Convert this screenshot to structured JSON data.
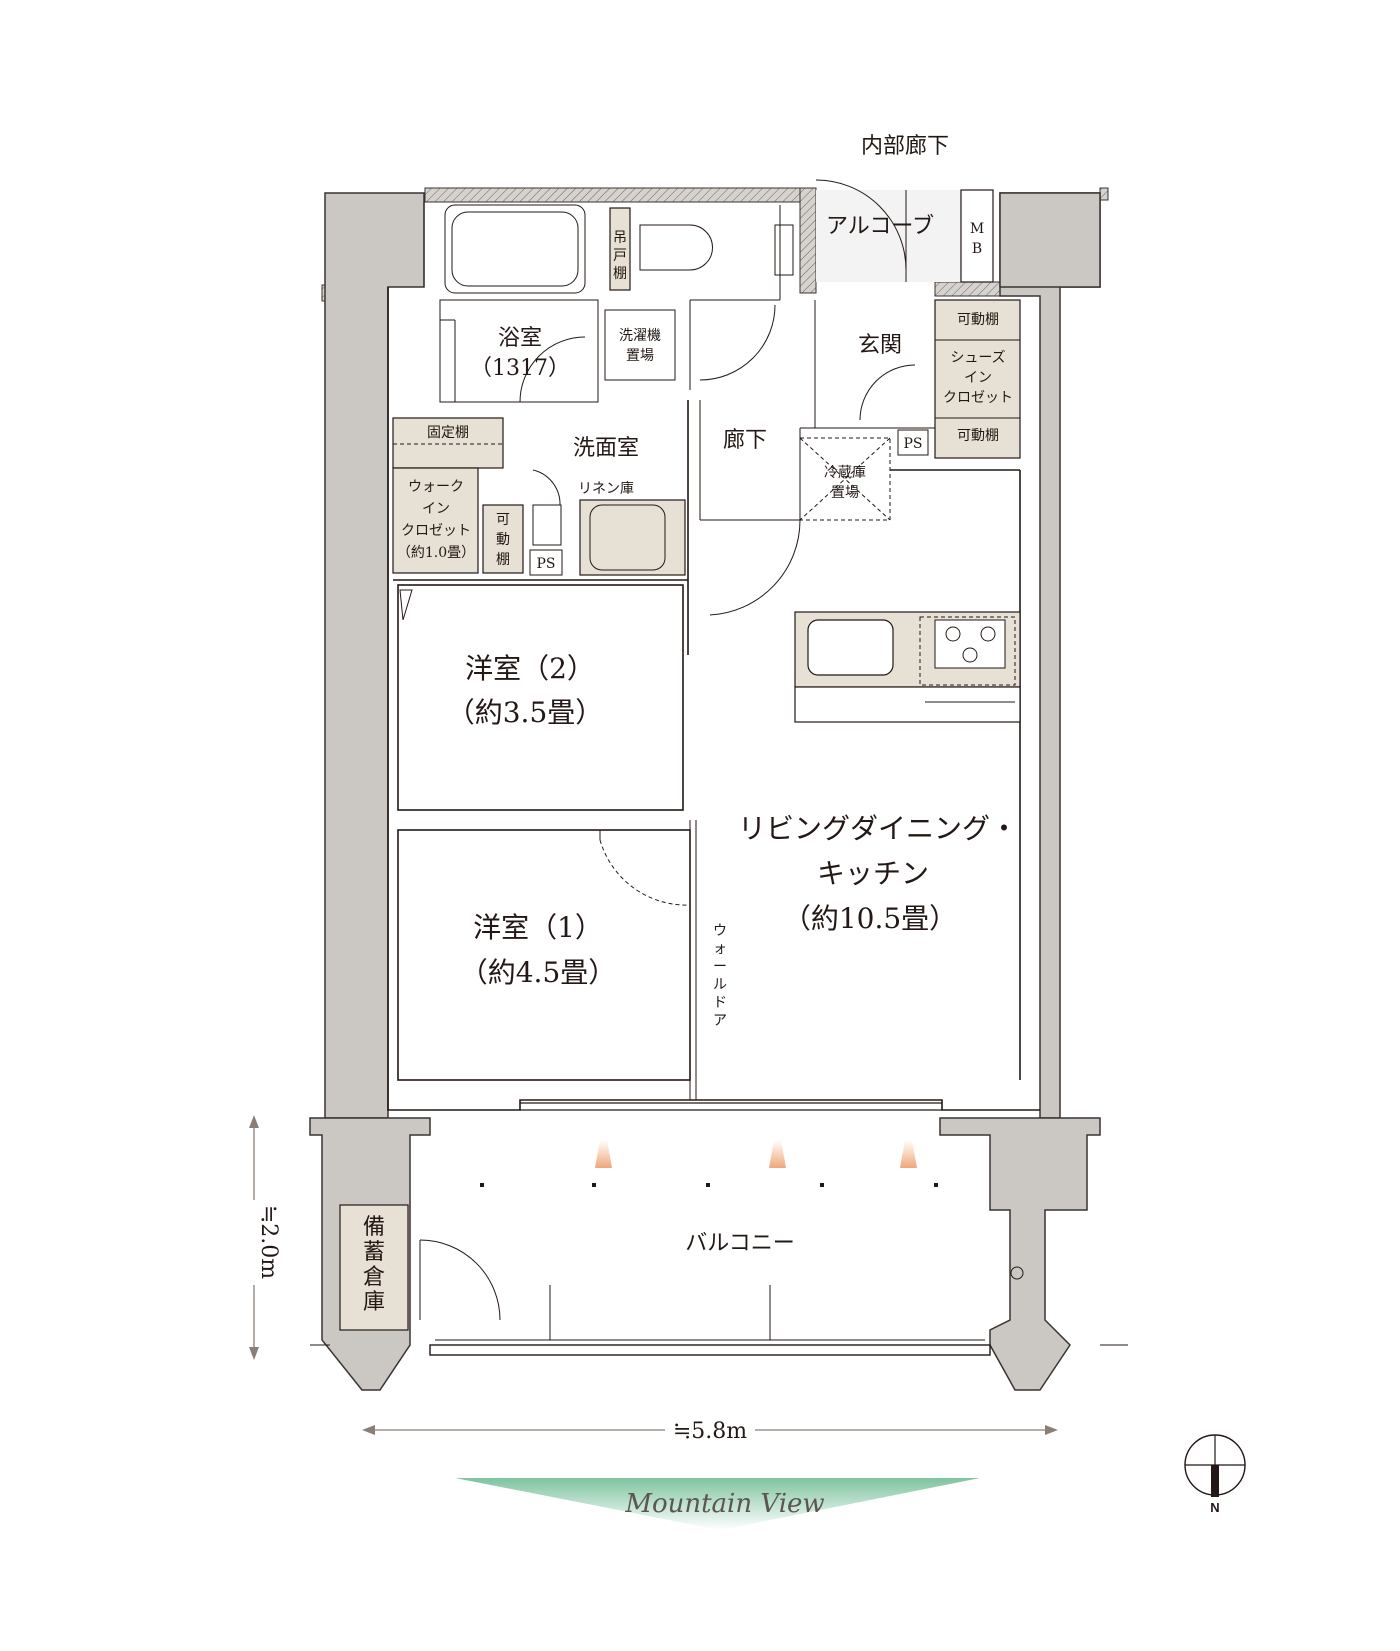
{
  "top_label": "内部廊下",
  "rooms": {
    "alcove": "アルコーブ",
    "mb": [
      "M",
      "B"
    ],
    "bath": [
      "浴室",
      "（1317）"
    ],
    "hanging_shelf": [
      "吊",
      "戸",
      "棚"
    ],
    "washer": [
      "洗濯機",
      "置場"
    ],
    "entrance": "玄関",
    "movable_shelf_top": "可動棚",
    "shoes_closet": [
      "シューズ",
      "イン",
      "クロゼット"
    ],
    "movable_shelf_bottom": "可動棚",
    "fixed_shelf": "固定棚",
    "washroom": "洗面室",
    "hallway": "廊下",
    "ps_1": "PS",
    "ps_2": "PS",
    "fridge": [
      "冷蔵庫",
      "置場"
    ],
    "linen": "リネン庫",
    "walkin_closet": [
      "ウォーク",
      "イン",
      "クロゼット",
      "（約1.0畳）"
    ],
    "movable_shelf_small": [
      "可",
      "動",
      "棚"
    ],
    "western2": [
      "洋室（2）",
      "（約3.5畳）"
    ],
    "western1": [
      "洋室（1）",
      "（約4.5畳）"
    ],
    "ldk": [
      "リビングダイニング・",
      "キッチン",
      "（約10.5畳）"
    ],
    "wall_door": [
      "ウ",
      "ォ",
      "ー",
      "ル",
      "ド",
      "ア"
    ],
    "balcony": "バルコニー",
    "storage": [
      "備",
      "蓄",
      "倉",
      "庫"
    ]
  },
  "dimensions": {
    "depth": "≒2.0m",
    "width": "≒5.8m"
  },
  "view_label": "Mountain View",
  "compass": "N",
  "colors": {
    "wall": "#cbc8c4",
    "beige": "#e7e0d5",
    "view_green": "#7fc3a0",
    "vent_orange": "#f0a77a"
  }
}
